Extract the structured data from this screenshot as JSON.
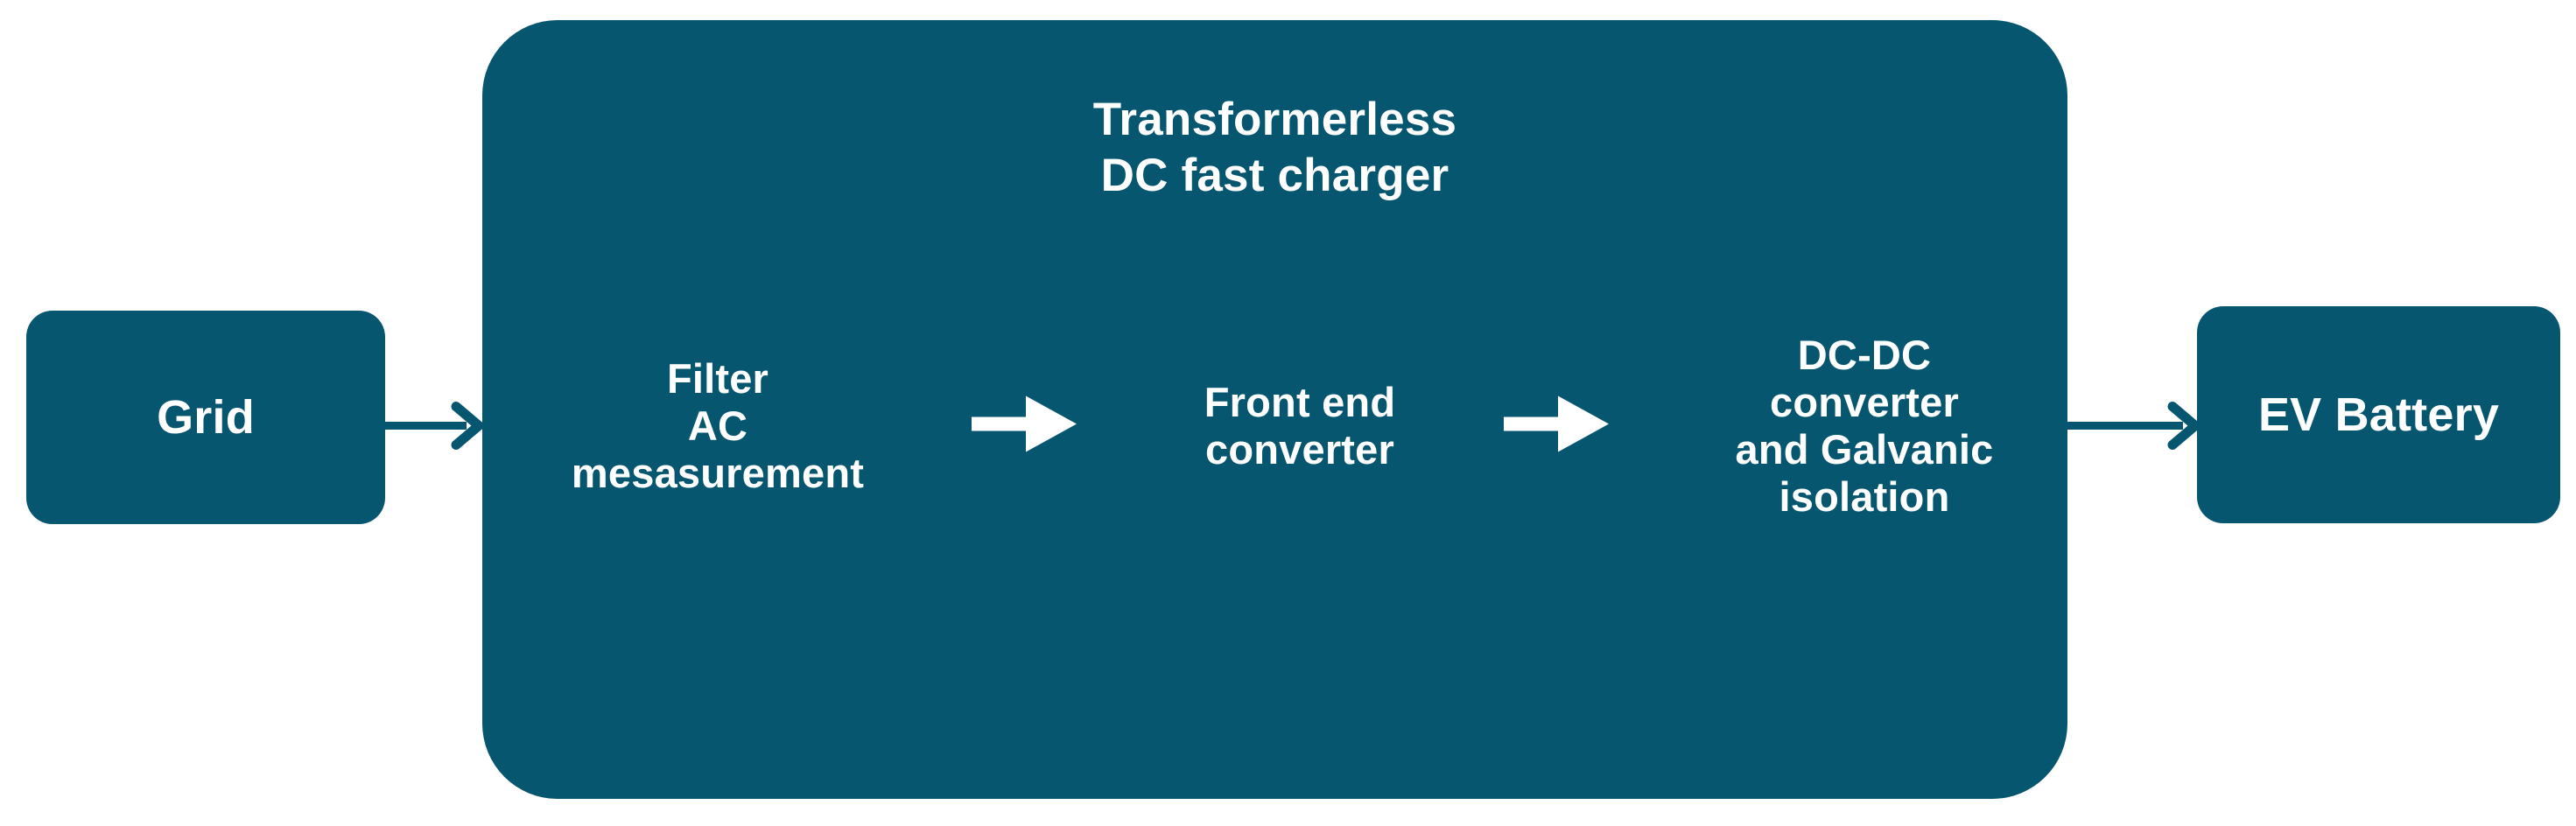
{
  "diagram": {
    "type": "block-flow",
    "title": "Transformerless DC fast charger power conversion chain",
    "colors": {
      "box_fill": "#075670",
      "box_text": "#ffffff",
      "connector": "#075670",
      "inner_arrow": "#ffffff",
      "background": "#ffffff"
    },
    "nodes": {
      "grid": {
        "label": "Grid"
      },
      "charger": {
        "title": "Transformerless\nDC fast charger",
        "stages": [
          {
            "id": "filter",
            "label": "Filter\nAC\nmesasurement"
          },
          {
            "id": "frontend",
            "label": "Front end\nconverter"
          },
          {
            "id": "dcdc",
            "label": "DC-DC\nconverter\nand Galvanic\nisolation"
          }
        ]
      },
      "ev_battery": {
        "label": "EV Battery"
      }
    },
    "connections": [
      {
        "id": "grid-to-charger",
        "from": "grid",
        "to": "charger",
        "style": "line-arrow"
      },
      {
        "id": "filter-to-frontend",
        "from": "filter",
        "to": "frontend",
        "style": "block-arrow"
      },
      {
        "id": "frontend-to-dcdc",
        "from": "frontend",
        "to": "dcdc",
        "style": "block-arrow"
      },
      {
        "id": "charger-to-battery",
        "from": "charger",
        "to": "ev_battery",
        "style": "line-arrow"
      }
    ]
  }
}
